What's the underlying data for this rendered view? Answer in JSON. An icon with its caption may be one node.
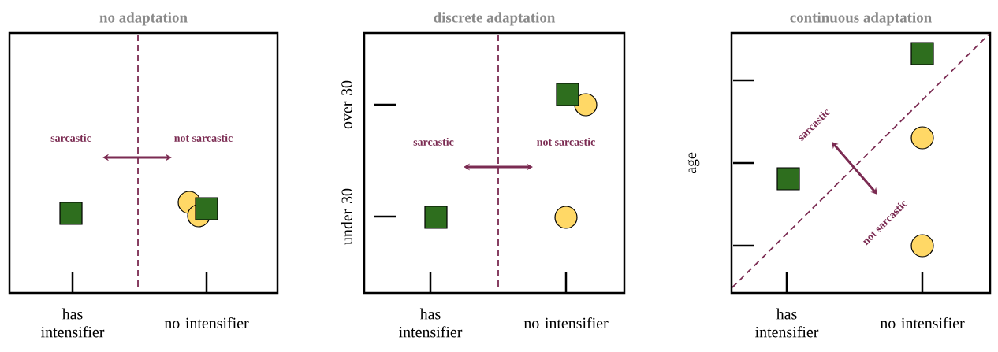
{
  "diagram": {
    "nodes": [
      {
        "text": [
          "no adaptation"
        ]
      },
      {
        "text": [
          "discrete adaptation"
        ]
      },
      {
        "text": [
          "continuous adaptation"
        ]
      }
    ],
    "labels": [
      "sarcastic",
      "not sarcastic",
      "has intensifier",
      "no intensifier",
      "over 30",
      "under 30",
      "sarcastic",
      "not sarcastic",
      "has intensifier",
      "no intensifier",
      "age",
      "sarcastic",
      "not sarcastic",
      "has intensifier",
      "no intensifier"
    ]
  }
}
